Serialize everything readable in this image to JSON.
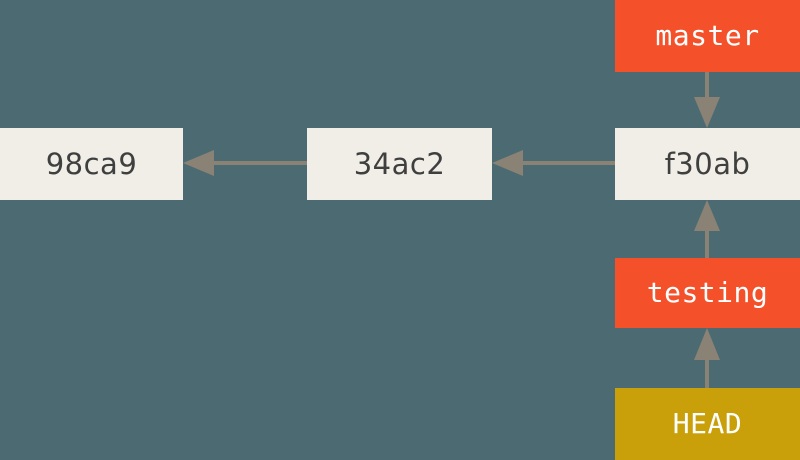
{
  "diagram": {
    "title": "git-branch-head-diagram",
    "background_color": "#4c6a72",
    "arrow_color": "#8a8275",
    "commit_box_color": "#f0eee6",
    "commit_text_color": "#3f3f3f",
    "branch_box_color": "#f4502a",
    "head_box_color": "#c9a00a",
    "label_text_color": "#ffffff"
  },
  "commits": [
    {
      "id": "98ca9",
      "label": "98ca9"
    },
    {
      "id": "34ac2",
      "label": "34ac2"
    },
    {
      "id": "f30ab",
      "label": "f30ab"
    }
  ],
  "branches": [
    {
      "id": "master",
      "label": "master"
    },
    {
      "id": "testing",
      "label": "testing"
    }
  ],
  "pointer": {
    "id": "HEAD",
    "label": "HEAD"
  },
  "arrows": [
    {
      "id": "arrow-34ac2-to-98ca9",
      "from": "34ac2",
      "to": "98ca9",
      "direction": "left"
    },
    {
      "id": "arrow-f30ab-to-34ac2",
      "from": "f30ab",
      "to": "34ac2",
      "direction": "left"
    },
    {
      "id": "arrow-master-to-f30ab",
      "from": "master",
      "to": "f30ab",
      "direction": "down"
    },
    {
      "id": "arrow-testing-to-f30ab",
      "from": "testing",
      "to": "f30ab",
      "direction": "up"
    },
    {
      "id": "arrow-head-to-testing",
      "from": "HEAD",
      "to": "testing",
      "direction": "up"
    }
  ]
}
